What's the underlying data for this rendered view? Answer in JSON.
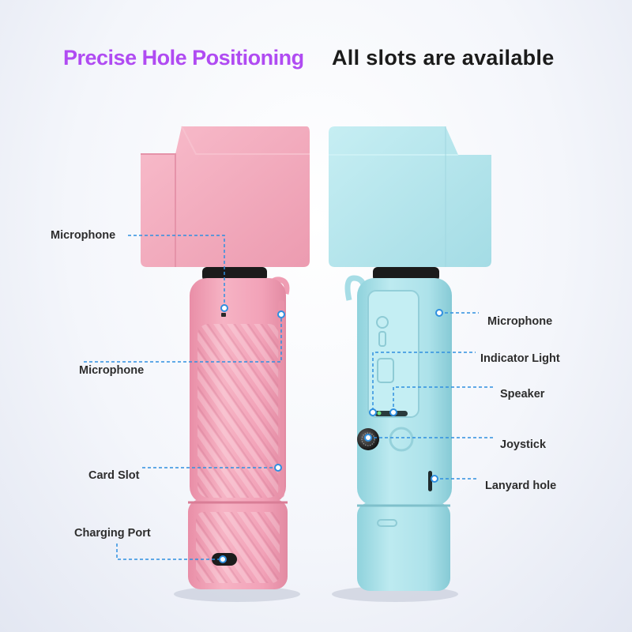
{
  "headline": {
    "primary": "Precise Hole Positioning",
    "secondary": "All slots are available",
    "primary_color": "#b04bf2"
  },
  "colors": {
    "pink_case": "#f4a9bd",
    "blue_case": "#b5e6ec",
    "callout_line": "#2f8fe0"
  },
  "left_device": {
    "callouts": [
      {
        "name": "microphone-top",
        "label": "Microphone"
      },
      {
        "name": "microphone-side",
        "label": "Microphone"
      },
      {
        "name": "card-slot",
        "label": "Card Slot"
      },
      {
        "name": "charging-port",
        "label": "Charging Port"
      }
    ]
  },
  "right_device": {
    "callouts": [
      {
        "name": "microphone",
        "label": "Microphone"
      },
      {
        "name": "indicator-light",
        "label": "Indicator Light"
      },
      {
        "name": "speaker",
        "label": "Speaker"
      },
      {
        "name": "joystick",
        "label": "Joystick"
      },
      {
        "name": "lanyard-hole",
        "label": "Lanyard hole"
      }
    ]
  }
}
